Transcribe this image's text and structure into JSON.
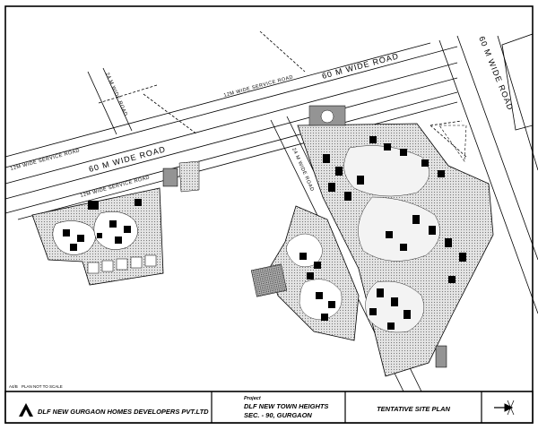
{
  "roads": {
    "main_road": "60 M WIDE ROAD",
    "main_road_right": "60 M WIDE ROAD",
    "main_road_vertical": "60 M WIDE ROAD",
    "service_road_top_left": "12M WIDE SERVICE ROAD",
    "service_road_top_right": "12M WIDE SERVICE ROAD",
    "service_road_bottom": "12M WIDE SERVICE ROAD",
    "sector_road_left": "24 M WIDE ROAD",
    "sector_road_center": "24 M WIDE ROAD"
  },
  "notes": {
    "scale_note": "PLAN NOT TO SCALE",
    "sheet_ref": "A4/B"
  },
  "title_block": {
    "developer": "DLF  NEW GURGAON HOMES DEVELOPERS PVT.LTD",
    "project_label": "Project",
    "project_name": "DLF NEW TOWN HEIGHTS",
    "project_sector": "SEC. - 90, GURGAON",
    "drawing_title": "TENTATIVE SITE PLAN"
  }
}
